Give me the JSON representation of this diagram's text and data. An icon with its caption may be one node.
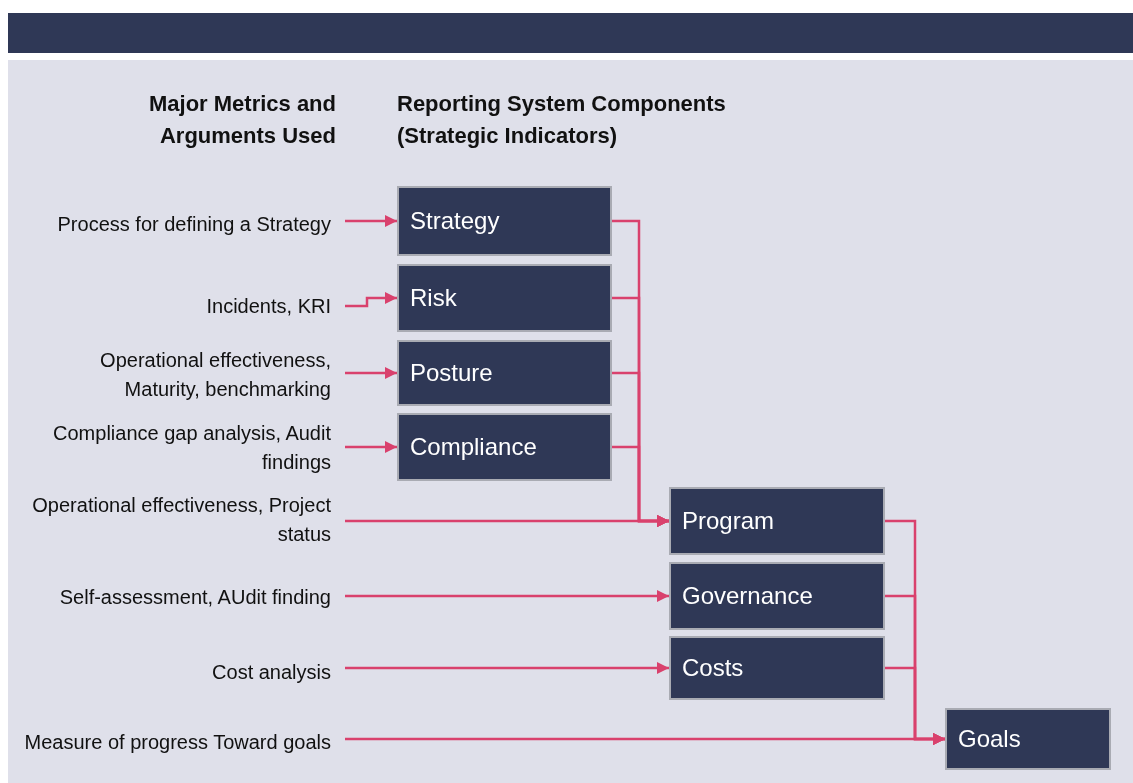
{
  "diagram": {
    "nodes": [
      {
        "text": [
          "Process for defining a Strategy"
        ]
      },
      {
        "text": [
          "Strategy"
        ]
      },
      {
        "text": [
          "Incidents, KRI"
        ]
      },
      {
        "text": [
          "Risk"
        ]
      },
      {
        "text": [
          "Operational effectiveness, Maturity, benchmarking"
        ]
      },
      {
        "text": [
          "Posture"
        ]
      },
      {
        "text": [
          "Compliance gap analysis, Audit findings"
        ]
      },
      {
        "text": [
          "Compliance"
        ]
      },
      {
        "text": [
          "Operational effectiveness, Project status"
        ]
      },
      {
        "text": [
          "Program"
        ]
      },
      {
        "text": [
          "Self-assessment, AUdit finding"
        ]
      },
      {
        "text": [
          "Governance"
        ]
      },
      {
        "text": [
          "Cost analysis"
        ]
      },
      {
        "text": [
          "Costs"
        ]
      },
      {
        "text": [
          "Measure of progress Toward goals"
        ]
      },
      {
        "text": [
          "Goals"
        ]
      }
    ],
    "edges": [
      {
        "from": 0,
        "to": 1,
        "arrow": "to"
      },
      {
        "from": 2,
        "to": 3,
        "arrow": "to"
      },
      {
        "from": 4,
        "to": 5,
        "arrow": "to"
      },
      {
        "from": 6,
        "to": 7,
        "arrow": "to"
      },
      {
        "from": 8,
        "to": 9,
        "arrow": "to"
      },
      {
        "from": 10,
        "to": 11,
        "arrow": "to"
      },
      {
        "from": 12,
        "to": 13,
        "arrow": "to"
      },
      {
        "from": 14,
        "to": 15,
        "arrow": "to"
      },
      {
        "from": 1,
        "to": 9,
        "arrow": "to"
      },
      {
        "from": 3,
        "to": 9,
        "arrow": "to"
      },
      {
        "from": 5,
        "to": 9,
        "arrow": "to"
      },
      {
        "from": 7,
        "to": 9,
        "arrow": "to"
      },
      {
        "from": 9,
        "to": 15,
        "arrow": "to"
      },
      {
        "from": 11,
        "to": 15,
        "arrow": "to"
      },
      {
        "from": 13,
        "to": 15,
        "arrow": "to"
      }
    ],
    "labels": [
      "Major Metrics and Arguments Used",
      "Reporting System Components (Strategic Indicators)"
    ]
  }
}
